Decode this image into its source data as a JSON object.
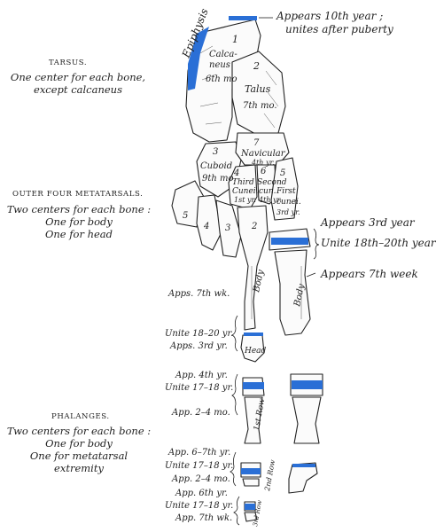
{
  "colors": {
    "epiphysis": "#2a6fd6",
    "ink": "#222222",
    "bone_fill": "#fbfbfb"
  },
  "left_panel": {
    "tarsus": {
      "heading": "TARSUS.",
      "line1": "One center for each bone,",
      "line2": "except calcaneus"
    },
    "metatarsals": {
      "heading": "OUTER FOUR METATARSALS.",
      "line1": "Two centers for each bone :",
      "line2": "One for body",
      "line3": "One for head"
    },
    "phalanges": {
      "heading": "PHALANGES.",
      "line1": "Two centers for each bone :",
      "line2": "One for body",
      "line3": "One for metatarsal",
      "line4": "extremity"
    }
  },
  "callouts": {
    "epiphysis_top_1": "Appears 10th year ;",
    "epiphysis_top_2": "unites after puberty",
    "first_meta_appears": "Appears 3rd year",
    "first_meta_unite": "Unite 18th–20th year",
    "first_meta_body": "Appears 7th week"
  },
  "second_metatarsal_notes": {
    "apps_7th": "Apps. 7th wk.",
    "unite": "Unite 18–20 yr.",
    "apps_3rd": "Apps. 3rd yr."
  },
  "phalanx_row1_notes": {
    "app_4th": "App. 4th yr.",
    "unite": "Unite 17–18 yr.",
    "app_2_4": "App. 2–4 mo."
  },
  "phalanx_row2_notes": {
    "app_6_7": "App. 6–7th yr.",
    "unite": "Unite 17–18 yr.",
    "app_2_4": "App. 2–4 mo."
  },
  "phalanx_row3_notes": {
    "app_6th": "App. 6th yr.",
    "unite": "Unite 17–18 yr.",
    "app_7th": "App. 7th wk."
  },
  "bone_labels": {
    "epiphysis": "Epiphysis",
    "calcaneus_num": "1",
    "calcaneus": "Calca-",
    "calcaneus2": "neus",
    "calcaneus_mo": "6th mo",
    "talus_num": "2",
    "talus": "Talus",
    "talus_mo": "7th mo.",
    "cuboid_num": "3",
    "cuboid": "Cuboid",
    "cuboid_mo": "9th mo.",
    "navicular_num": "7",
    "navicular": "Navicular",
    "navicular_yr": "4th yr.",
    "third_cun_num": "4",
    "third_cun1": "Third",
    "third_cun2": "Cunei.",
    "third_cun_yr": "1st yr.",
    "second_cun_num": "6",
    "second_cun1": "Second",
    "second_cun2": "cun.",
    "second_cun_yr": "4th yr.",
    "first_cun_num": "5",
    "first_cun1": "First",
    "first_cun2": "cunei.",
    "first_cun_yr": "3rd yr.",
    "meta5": "5",
    "meta4": "4",
    "meta3": "3",
    "meta2": "2",
    "body_meta2": "Body",
    "head_meta2": "Head",
    "body_meta1": "Body",
    "row1": "1st Row",
    "row2": "2nd Row",
    "row3": "3rd Row"
  }
}
